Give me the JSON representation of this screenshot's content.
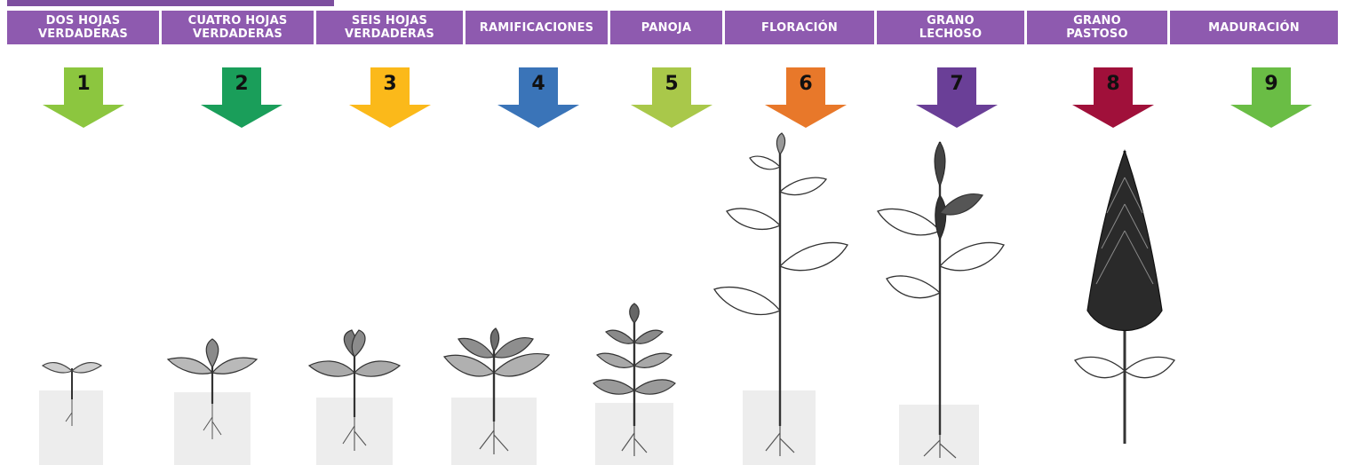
{
  "colors": {
    "header_bg": "#8e5aaf",
    "header_text": "#ffffff",
    "accent_bar": "#7d4f9f"
  },
  "stages": [
    {
      "label": "DOS HOJAS\nVERDADERAS",
      "number": "1",
      "color": "#8cc63f",
      "icon": "seedling-two-leaves"
    },
    {
      "label": "CUATRO HOJAS\nVERDADERAS",
      "number": "2",
      "color": "#1a9e5a",
      "icon": "seedling-four-leaves"
    },
    {
      "label": "SEIS HOJAS\nVERDADERAS",
      "number": "3",
      "color": "#fbb91a",
      "icon": "seedling-six-leaves"
    },
    {
      "label": "RAMIFICACIONES",
      "number": "4",
      "color": "#3a74b8",
      "icon": "branching-plant"
    },
    {
      "label": "PANOJA",
      "number": "5",
      "color": "#a9c84a",
      "icon": "panicle-plant"
    },
    {
      "label": "FLORACIÓN",
      "number": "6",
      "color": "#e8782a",
      "icon": "flowering-plant"
    },
    {
      "label": "GRANO\nLECHOSO",
      "number": "7",
      "color": "#6a3f97",
      "icon": "milky-grain-plant"
    },
    {
      "label": "GRANO\nPASTOSO",
      "number": "8",
      "color": "#a0103a",
      "icon": "pasty-grain-panicle"
    },
    {
      "label": "MADURACIÓN",
      "number": "9",
      "color": "#6abd45",
      "icon": "mature-plant"
    }
  ]
}
